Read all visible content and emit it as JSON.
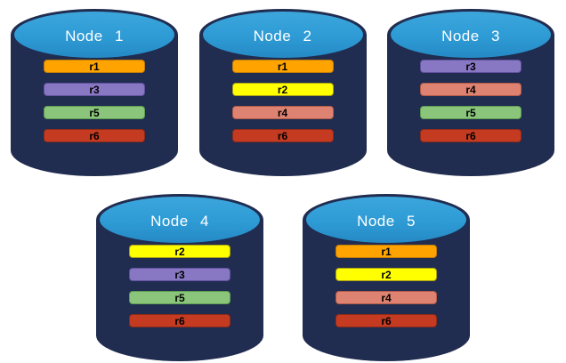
{
  "colors": {
    "background": "#FFFFFF",
    "cylinder_body": "#202C50",
    "cylinder_top": "#2E9BD5",
    "node_label_text": "#FFFFFF",
    "replica_label_text": "#000000"
  },
  "replica_styles": {
    "r1": {
      "fill": "#FFA301",
      "border": "#C17C08"
    },
    "r2": {
      "fill": "#FFFF00",
      "border": "#ABA114"
    },
    "r3": {
      "fill": "#8878C4",
      "border": "#62519E"
    },
    "r4": {
      "fill": "#DE8372",
      "border": "#B35A49"
    },
    "r5": {
      "fill": "#8AC57B",
      "border": "#5E9E50"
    },
    "r6": {
      "fill": "#C53B22",
      "border": "#8E2B18"
    }
  },
  "nodes": [
    {
      "label": "Node 1",
      "replicas": [
        "r1",
        "r3",
        "r5",
        "r6"
      ]
    },
    {
      "label": "Node 2",
      "replicas": [
        "r1",
        "r2",
        "r4",
        "r6"
      ]
    },
    {
      "label": "Node 3",
      "replicas": [
        "r3",
        "r4",
        "r5",
        "r6"
      ]
    },
    {
      "label": "Node 4",
      "replicas": [
        "r2",
        "r3",
        "r5",
        "r6"
      ]
    },
    {
      "label": "Node 5",
      "replicas": [
        "r1",
        "r2",
        "r4",
        "r6"
      ]
    }
  ],
  "layout": {
    "rows": [
      [
        0,
        1,
        2
      ],
      [
        3,
        4
      ]
    ]
  }
}
